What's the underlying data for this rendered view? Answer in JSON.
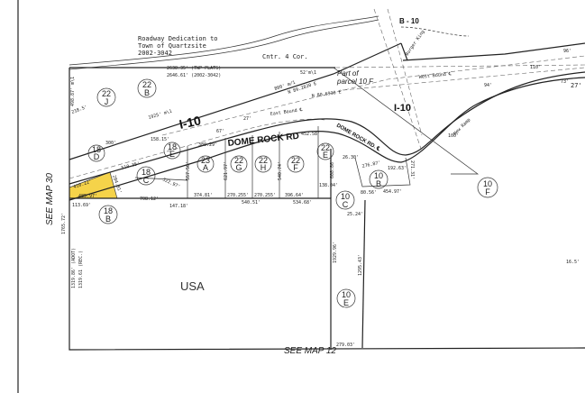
{
  "header": {
    "dedication": [
      "Roadway Dedication to",
      "Town of Quartzsite",
      "2002-3042"
    ],
    "cntr_cor": "Cntr. 4 Cor.",
    "b10": "B - 10",
    "burger_king": "Burger King",
    "part_of_parcel": [
      "Part of",
      "parcel 10 F"
    ]
  },
  "roads": {
    "i10_west": "I-10",
    "i10_east": "I-10",
    "dome_rock_rd": "DOME ROCK RD",
    "dome_rock_rd_c": "DOME ROCK RD. ℄",
    "east_bound": "East Bound ℄",
    "west_bound": "West Bound ℄",
    "ramp": "New Ramp"
  },
  "see_map": {
    "left": "SEE MAP 30",
    "bottom": "SEE MAP 12"
  },
  "area_label": "USA",
  "parcels": [
    {
      "num": "22",
      "letter": "J"
    },
    {
      "num": "22",
      "letter": "B"
    },
    {
      "num": "18",
      "letter": "D"
    },
    {
      "num": "18",
      "letter": "E"
    },
    {
      "num": "18",
      "letter": "C"
    },
    {
      "num": "23",
      "letter": "A"
    },
    {
      "num": "22",
      "letter": "G"
    },
    {
      "num": "22",
      "letter": "H"
    },
    {
      "num": "22",
      "letter": "F"
    },
    {
      "num": "22",
      "letter": "E"
    },
    {
      "num": "10",
      "letter": "C"
    },
    {
      "num": "10",
      "letter": "B"
    },
    {
      "num": "10",
      "letter": "F"
    },
    {
      "num": "18",
      "letter": "B"
    },
    {
      "num": "10",
      "letter": "E"
    }
  ],
  "dimensions": {
    "twp_plats": "2638.35' (TWP PLATS)",
    "rec_2002": "2646.61' (2002-3042)",
    "d52": "52'm\\1",
    "d800": "800' m/1",
    "n89": "N 89.2830 E",
    "n80": "N 80.6930 E",
    "d1925": "1925' m\\1",
    "d27a": "27'",
    "d67": "67'",
    "d380": "380.29'",
    "d452": "452.58'",
    "d158": "158.15'",
    "d300": "300'",
    "d510": "510.35'",
    "d322": "322.97'",
    "d410": "410.22'",
    "d485": "485.97'",
    "d284": "284.81'",
    "d708": "708.12'",
    "d147": "147.18'",
    "d113": "113.69'",
    "d374": "374.81'",
    "d270a": "270.255'",
    "d270b": "270.255'",
    "d396": "396.64'",
    "d540": "540.51'",
    "d534": "534.68'",
    "d138": "138.04'",
    "d621": "621.97'",
    "d540v": "540.74'",
    "d557": "557.50'",
    "d608": "608.86'",
    "d26": "26.30'",
    "d276": "276.87'",
    "d192": "192.63'",
    "d80": "80.56'",
    "d454": "454.97'",
    "d25": "25.24'",
    "d271": "271.31'",
    "d1765": "1765.72'",
    "d1319a": "1319.86' (ADOT)",
    "d1319b": "1319.61 (REC.)",
    "d1929": "1929.96'",
    "d1295": "1295.43'",
    "d279": "279.03'",
    "d16": "16.5'",
    "d96": "96'",
    "d110": "110'",
    "d94": "94'",
    "d73": "73'",
    "d27b": "27'",
    "d100": "100'",
    "d218": "218.5'",
    "d498": "498.87' m\\1"
  },
  "colors": {
    "highlight": "#f5d34a",
    "ink": "#222222"
  }
}
